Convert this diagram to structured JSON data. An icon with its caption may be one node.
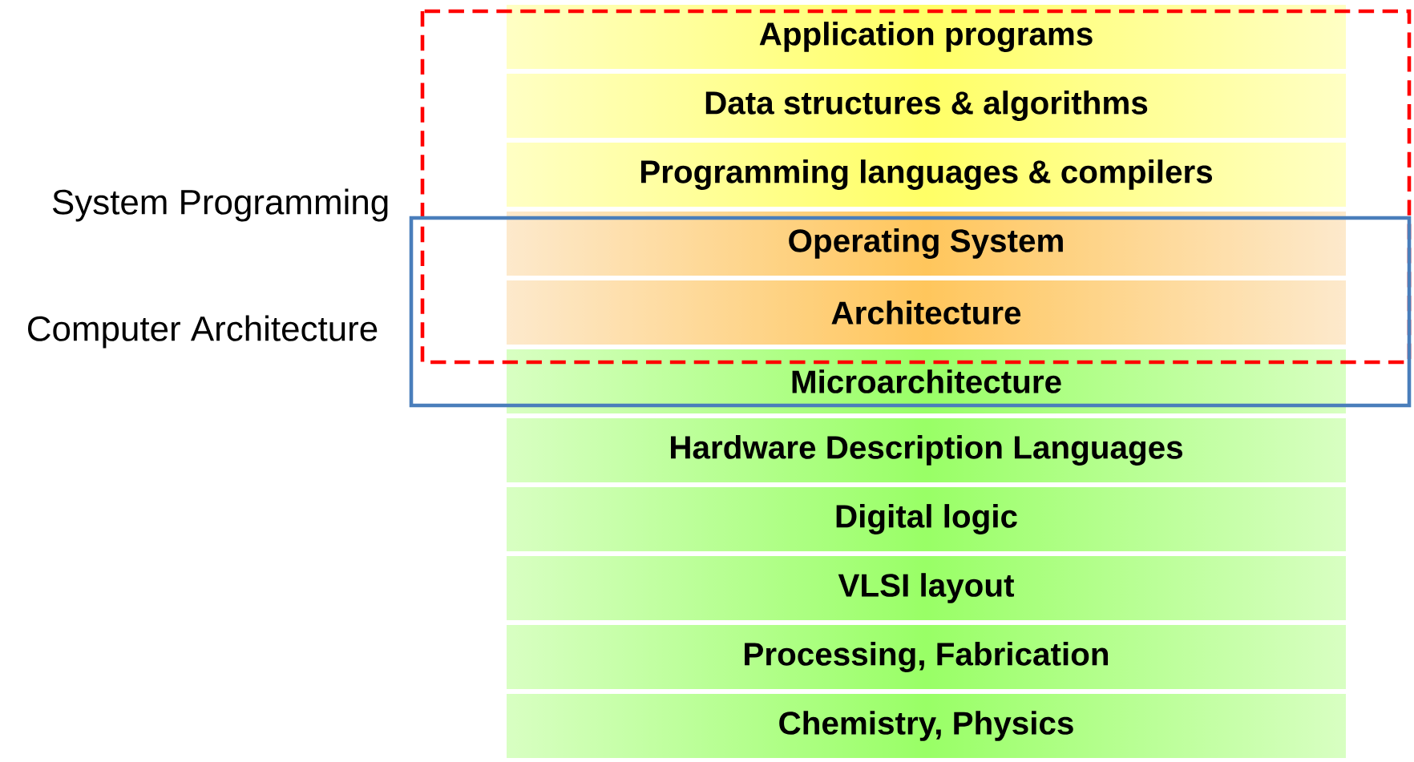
{
  "diagram": {
    "nodes": [
      {
        "text": [
          "System Programming"
        ]
      },
      {
        "text": [
          "Computer Architecture"
        ]
      },
      {
        "text": [
          "Application programs"
        ],
        "in": 0
      },
      {
        "text": [
          "Data structures & algorithms"
        ],
        "in": 0
      },
      {
        "text": [
          "Programming languages & compilers"
        ],
        "in": 0
      },
      {
        "text": [
          "Operating System"
        ]
      },
      {
        "text": [
          "Architecture"
        ]
      },
      {
        "text": [
          "Microarchitecture"
        ],
        "in": 1
      },
      {
        "text": [
          "Hardware Description Languages"
        ]
      },
      {
        "text": [
          "Digital logic"
        ]
      },
      {
        "text": [
          "VLSI layout"
        ]
      },
      {
        "text": [
          "Processing, Fabrication"
        ]
      },
      {
        "text": [
          "Chemistry, Physics"
        ]
      }
    ]
  }
}
